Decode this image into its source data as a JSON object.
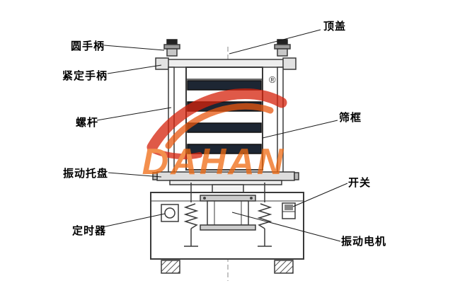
{
  "labels": {
    "round_handle": "圆手柄",
    "tightening_handle": "紧定手柄",
    "screw_rod": "螺杆",
    "vibration_tray": "振动托盘",
    "timer": "定时器",
    "top_cover": "顶盖",
    "sieve_frame": "筛框",
    "switch": "开关",
    "vibration_motor": "振动电机"
  },
  "watermark": {
    "text": "DAHAN",
    "registered": "®",
    "text_color": "#f06a12",
    "swoosh_color": "#d5220c",
    "swoosh_inner_color": "#e8570f"
  },
  "colors": {
    "line": "#3a3a3a",
    "sieve_band": "#1d2633",
    "centerline": "#888888"
  }
}
